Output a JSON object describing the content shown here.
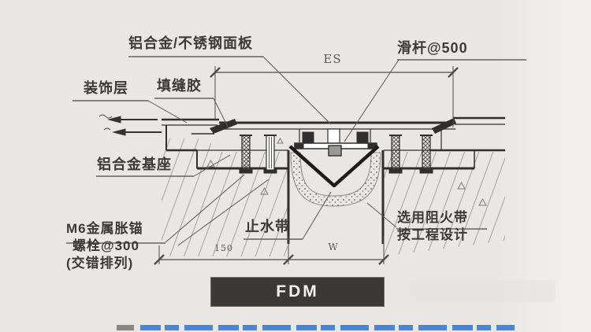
{
  "drawing": {
    "labels": {
      "panel": "铝合金/不锈钢面板",
      "slide_rod": "滑杆@500",
      "decorative_layer": "装饰层",
      "sealant": "填缝胶",
      "aluminum_base": "铝合金基座",
      "anchor_bolt_line1": "M6金属胀锚",
      "anchor_bolt_line2": "螺栓@300",
      "anchor_bolt_line3": "(交错排列)",
      "waterstop": "止水带",
      "fire_barrier_line1": "选用阻火带",
      "fire_barrier_line2": "按工程设计"
    },
    "dimensions": {
      "top_span": "ES",
      "bottom_left_span": "150",
      "bottom_gap_span": "W"
    },
    "title": "FDM",
    "colors": {
      "background": "#e9e7e4",
      "line": "#2f2f2f",
      "title_box_bg": "#3a3938",
      "title_box_text": "#f2f2f2",
      "caption_blue": "#4a86d8"
    }
  }
}
